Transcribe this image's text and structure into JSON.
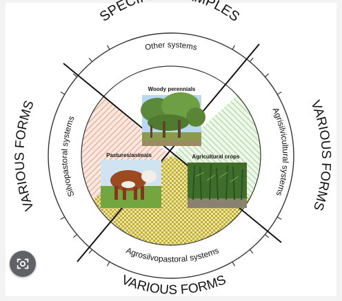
{
  "labels": {
    "top_title": "SPECIFIC EXAMPLES",
    "bottom_title": "VARIOUS FORMS",
    "left_title": "VARIOUS FORMS",
    "right_title": "VARIOUS FORMS",
    "other_systems": "Other systems",
    "silvopastoral": "Silvopastoral systems",
    "agrisilvicultural": "Agrisilvicultural systems",
    "agrosilvopastoral": "Agrosilvopastoral systems"
  },
  "components": {
    "woody": "Woody perennials",
    "pastures": "Pastures/animals",
    "crops": "Agricultural crops"
  },
  "colors": {
    "pastures_hatch": "#e8a58c",
    "crops_hatch": "#a8d89a",
    "agrosilvo_fill": "#c8b84a",
    "ring": "#333333"
  },
  "icons": {
    "lens": "visual-search-icon"
  }
}
